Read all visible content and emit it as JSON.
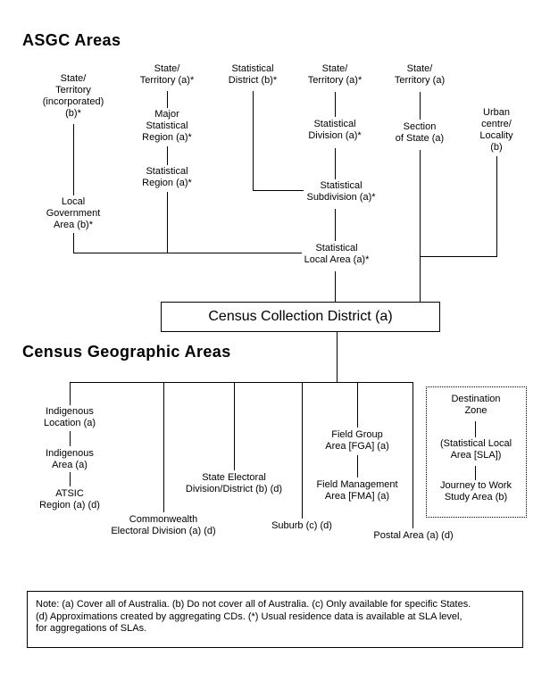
{
  "asgc": {
    "heading": "ASGC Areas",
    "state_territory_incorporated": "State/\nTerritory\n(incorporated)\n(b)*",
    "state_territory_a_star_left": "State/\nTerritory (a)*",
    "statistical_district": "Statistical\nDistrict (b)*",
    "state_territory_a_star_mid": "State/\nTerritory (a)*",
    "state_territory_a": "State/\nTerritory (a)",
    "urban_centre_locality": "Urban\ncentre/\nLocality\n(b)",
    "major_statistical_region": "Major\nStatistical\nRegion (a)*",
    "statistical_division": "Statistical\nDivision (a)*",
    "section_of_state": "Section\nof State (a)",
    "statistical_region": "Statistical\nRegion (a)*",
    "statistical_subdivision": "Statistical\nSubdivision (a)*",
    "local_government_area": "Local\nGovernment\nArea (b)*",
    "statistical_local_area": "Statistical\nLocal Area (a)*"
  },
  "census_cd_box_label": "Census Collection District (a)",
  "census_geo": {
    "heading": "Census Geographic Areas",
    "indigenous_location": "Indigenous\nLocation (a)",
    "indigenous_area": "Indigenous\nArea (a)",
    "atsic_region": "ATSIC\nRegion (a) (d)",
    "commonwealth_electoral_division": "Commonwealth\nElectoral Division (a) (d)",
    "state_electoral_division": "State Electoral\nDivision/District (b) (d)",
    "suburb": "Suburb (c) (d)",
    "field_group_area": "Field Group\nArea [FGA] (a)",
    "field_management_area": "Field Management\nArea [FMA] (a)",
    "postal_area": "Postal Area (a) (d)"
  },
  "destination_zone_box": {
    "destination_zone": "Destination\nZone",
    "statistical_local_area_sla": "(Statistical Local\nArea [SLA])",
    "journey_to_work_study_area": "Journey to Work\nStudy Area (b)"
  },
  "note": {
    "text": "Note: (a) Cover all of Australia. (b) Do not cover all of Australia. (c) Only available for specific States.\n(d) Approximations created by aggregating CDs. (*) Usual residence data is available at SLA level,\nfor aggregations of SLAs."
  },
  "colors": {
    "background": "#ffffff",
    "line": "#000000",
    "text": "#000000"
  }
}
